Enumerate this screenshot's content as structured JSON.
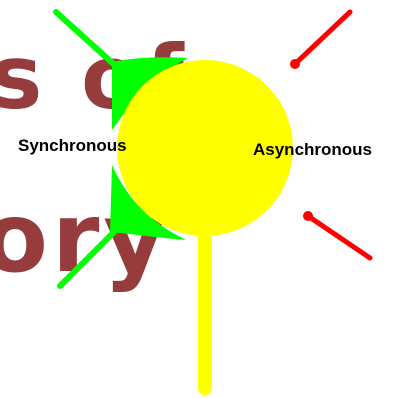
{
  "background_text": {
    "line1": "s of",
    "line2": "ory"
  },
  "labels": {
    "left": "Synchronous",
    "right": "Asynchronous"
  },
  "colors": {
    "background": "#ffffff",
    "background_text": "#963c3c",
    "sun": "#ffff00",
    "left_rays": "#00ff00",
    "right_rays": "#ff0000",
    "label_text": "#000000"
  }
}
